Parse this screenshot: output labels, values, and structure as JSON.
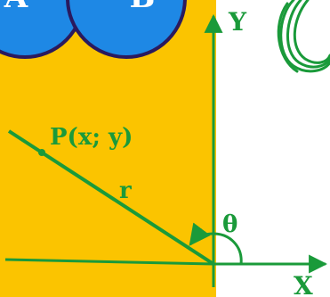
{
  "venn": {
    "set_a": "A",
    "set_b": "B",
    "fill_color": "#1e88e5",
    "outline_color": "#2a1a5e",
    "text_color": "#ffffff"
  },
  "panel": {
    "background_color": "#fbc400"
  },
  "axes": {
    "x_label": "X",
    "y_label": "Y",
    "color": "#1a9a3a"
  },
  "ray": {
    "point_label": "P(x; y)",
    "length_label": "r",
    "angle_label": "θ",
    "color": "#1a9a3a"
  },
  "decoration": {
    "icon": "green-scribble-icon",
    "color": "#1a9a3a"
  }
}
